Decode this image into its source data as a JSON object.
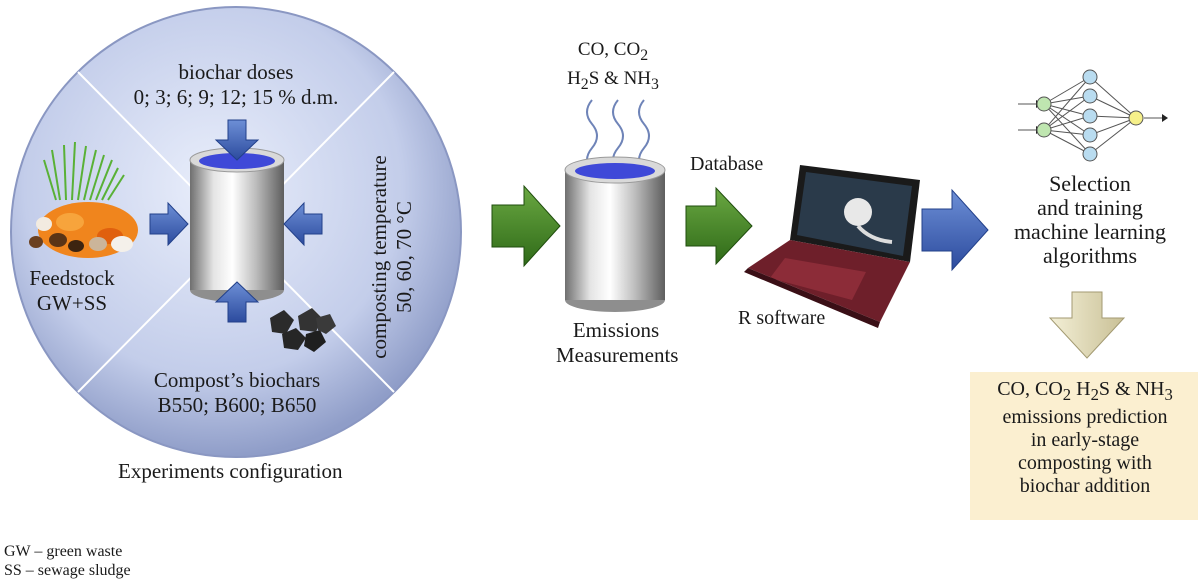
{
  "config": {
    "top": {
      "line1": "biochar doses",
      "line2": "0; 3; 6; 9; 12; 15 % d.m."
    },
    "temperature": {
      "line1": "composting temperature",
      "line2": "50, 60, 70 °C"
    },
    "feedstock": {
      "line1": "Feedstock",
      "line2": "GW+SS"
    },
    "biochars": {
      "line1": "Compost’s biochars",
      "line2": "B550; B600;  B650"
    },
    "caption": "Experiments configuration"
  },
  "gases": {
    "line1": "CO, CO",
    "line1_sub": "2",
    "line2_a": "H",
    "line2_sub1": "2",
    "line2_b": "S & NH",
    "line2_sub2": "3"
  },
  "emissions": {
    "line1": "Emissions",
    "line2": "Measurements"
  },
  "database_label": "Database",
  "r_software_label": "R software",
  "ml": {
    "line1": "Selection",
    "line2": "and training",
    "line3": "machine learning",
    "line4": "algorithms"
  },
  "prediction": {
    "l1_a": "CO, CO",
    "l1_sub1": "2",
    "l1_b": " H",
    "l1_sub2": "2",
    "l1_c": "S & NH",
    "l1_sub3": "3",
    "line2": "emissions prediction",
    "line3": "in early-stage",
    "line4": "composting with",
    "line5": "biochar addition"
  },
  "legend": {
    "gw": "GW – green waste",
    "ss": "SS – sewage sludge"
  },
  "colors": {
    "circle_fill": "#c9d3ee",
    "green_arrow": "#4e8a2c",
    "blue_arrow": "#3f63b8",
    "beige_arrow": "#e3dcb4",
    "prediction_box": "#fbefd0",
    "node_green": "#bfe6b0",
    "node_blue": "#b9dcf0",
    "node_yellow": "#f6f08a"
  }
}
